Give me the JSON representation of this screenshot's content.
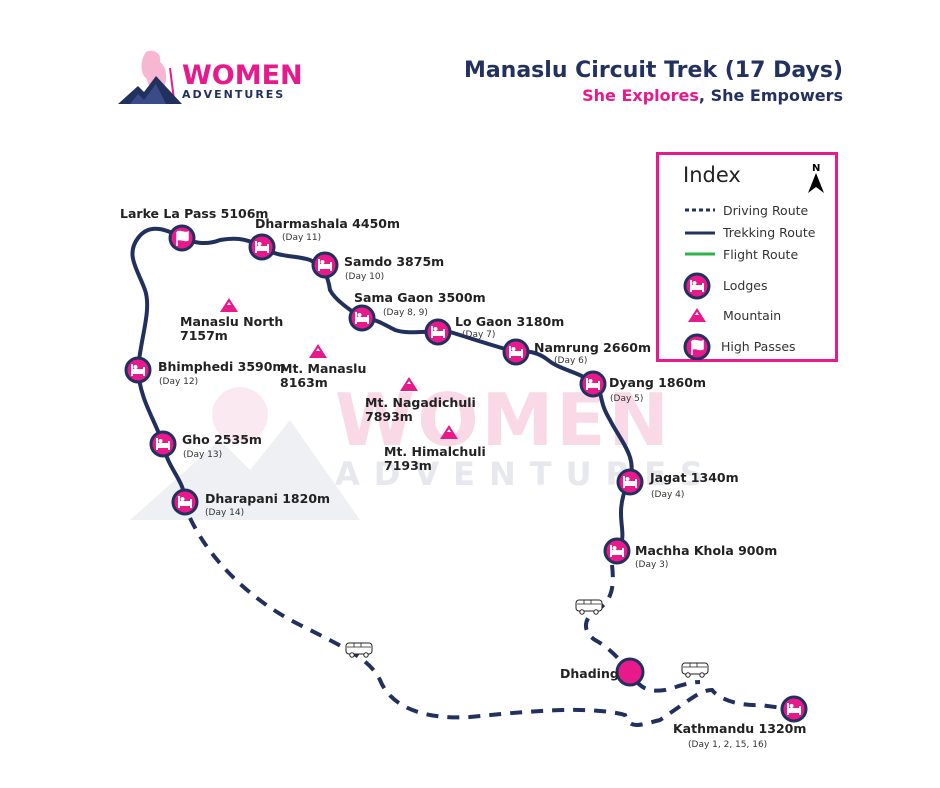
{
  "logo": {
    "line1": "WOMEN",
    "line2": "ADVENTURES"
  },
  "header": {
    "title": "Manaslu Circuit Trek (17 Days)",
    "subtitle_pink": "She Explores",
    "subtitle_sep": ",",
    "subtitle_rest": " She Empowers"
  },
  "watermark": {
    "line1": "WOMEN",
    "line2": "ADVENTURES"
  },
  "legend": {
    "title": "Index",
    "north": "N",
    "items": [
      {
        "label": "Driving Route",
        "symbol": "dashed-line"
      },
      {
        "label": "Trekking Route",
        "symbol": "solid-line"
      },
      {
        "label": "Flight Route",
        "symbol": "green-line"
      },
      {
        "label": "Lodges",
        "symbol": "lodge-icon"
      },
      {
        "label": "Mountain",
        "symbol": "mountain-icon"
      },
      {
        "label": "High Passes",
        "symbol": "flag-icon"
      }
    ]
  },
  "colors": {
    "navy": "#22305e",
    "pink": "#e8198b",
    "green": "#2db34a"
  },
  "stops": [
    {
      "name": "Larke La Pass 5106m",
      "day": "",
      "type": "high-pass"
    },
    {
      "name": "Dharmashala 4450m",
      "day": "(Day 11)",
      "type": "lodge"
    },
    {
      "name": "Samdo 3875m",
      "day": "(Day 10)",
      "type": "lodge"
    },
    {
      "name": "Sama Gaon 3500m",
      "day": "(Day 8, 9)",
      "type": "lodge"
    },
    {
      "name": "Lo Gaon 3180m",
      "day": "(Day 7)",
      "type": "lodge"
    },
    {
      "name": "Namrung 2660m",
      "day": "(Day 6)",
      "type": "lodge"
    },
    {
      "name": "Dyang 1860m",
      "day": "(Day 5)",
      "type": "lodge"
    },
    {
      "name": "Jagat 1340m",
      "day": "(Day 4)",
      "type": "lodge"
    },
    {
      "name": "Machha Khola 900m",
      "day": "(Day 3)",
      "type": "lodge"
    },
    {
      "name": "Bhimphedi 3590m",
      "day": "(Day 12)",
      "type": "lodge"
    },
    {
      "name": "Gho 2535m",
      "day": "(Day 13)",
      "type": "lodge"
    },
    {
      "name": "Dharapani 1820m",
      "day": "(Day 14)",
      "type": "lodge"
    },
    {
      "name": "Dhading",
      "day": "",
      "type": "town"
    },
    {
      "name": "Kathmandu 1320m",
      "day": "(Day 1, 2, 15, 16)",
      "type": "lodge"
    }
  ],
  "mountains": [
    {
      "name": "Manaslu North",
      "height": "7157m"
    },
    {
      "name": "Mt. Manaslu",
      "height": "8163m"
    },
    {
      "name": "Mt. Nagadichuli",
      "height": "7893m"
    },
    {
      "name": "Mt. Himalchuli",
      "height": "7193m"
    }
  ]
}
